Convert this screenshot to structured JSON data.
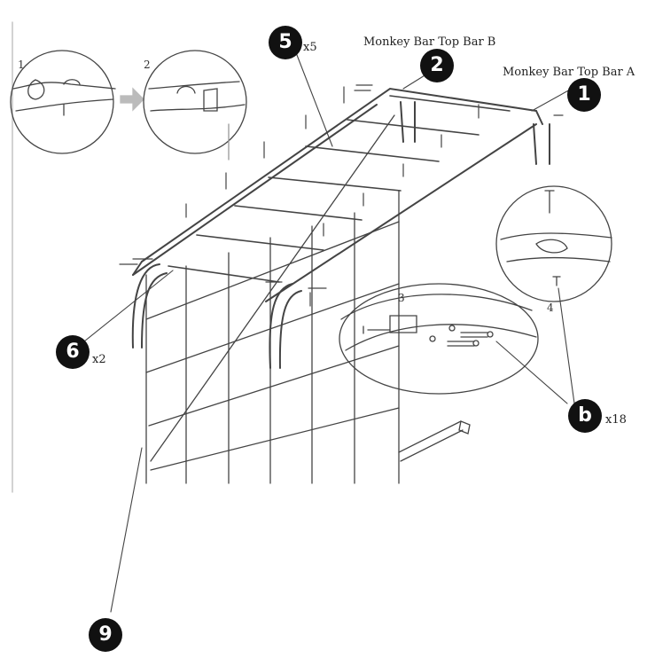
{
  "labels": {
    "top_bar_b": "Monkey Bar Top Bar B",
    "top_bar_a": "Monkey Bar Top Bar A"
  },
  "callouts": {
    "c1": "1",
    "c2": "2",
    "c5": "5",
    "c6": "6",
    "cb": "b",
    "c9": "9"
  },
  "multipliers": {
    "c5": "x5",
    "c6": "x2",
    "cb": "x18"
  },
  "steps": {
    "s1": "1",
    "s2": "2",
    "s3": "3",
    "s4": "4"
  }
}
